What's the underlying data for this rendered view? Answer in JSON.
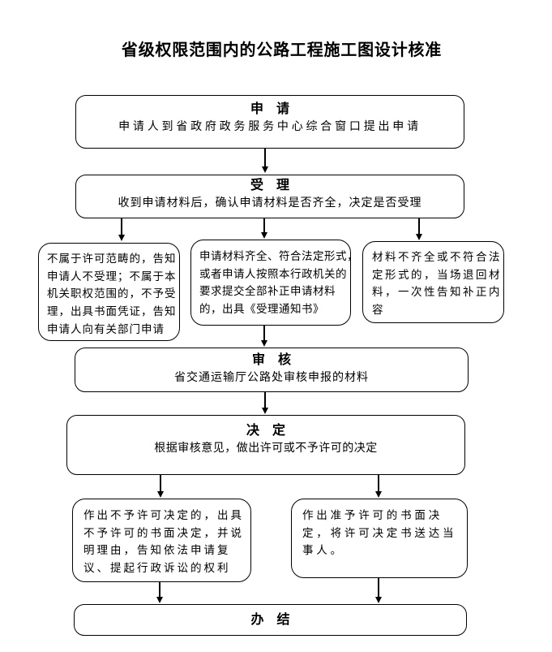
{
  "page": {
    "title": "省级权限范围内的公路工程施工图设计核准",
    "background_color": "#ffffff",
    "line_color": "#000000"
  },
  "boxes": {
    "apply": {
      "heading": "申　请",
      "body": "申请人到省政府政务服务中心综合窗口提出申请"
    },
    "accept": {
      "heading": "受　理",
      "body": "收到申请材料后，确认申请材料是否齐全，决定是否受理"
    },
    "refuse": {
      "lines": [
        "不属于许可范畴的，告知",
        "申请人不受理；不属于本",
        "机关职权范围的，不予受",
        "理，出具书面凭证，告知",
        "申请人向有关部门申请"
      ]
    },
    "notify": {
      "lines": [
        "申请材料齐全、符合法定形式，",
        "或者申请人按照本行政机关的",
        "要求提交全部补正申请材料",
        "的，出具《受理通知书》"
      ]
    },
    "return": {
      "lines": [
        "材料不齐全或不符合法",
        "定形式的，当场退回材",
        "料，一次性告知补正内",
        "容"
      ]
    },
    "review": {
      "heading": "审　核",
      "body": "省交通运输厅公路处审核申报的材料"
    },
    "decide": {
      "heading": "决　定",
      "body": "根据审核意见，做出许可或不予许可的决定"
    },
    "deny": {
      "lines": [
        "作出不予许可决定的，出具",
        "不予许可的书面决定，并说",
        "明理由，告知依法申请复",
        "议、提起行政诉讼的权利"
      ]
    },
    "grant": {
      "lines": [
        "作出准予许可的书面决",
        "定，将许可决定书送达当",
        "事人。"
      ]
    },
    "complete": {
      "heading": "办　结"
    }
  }
}
